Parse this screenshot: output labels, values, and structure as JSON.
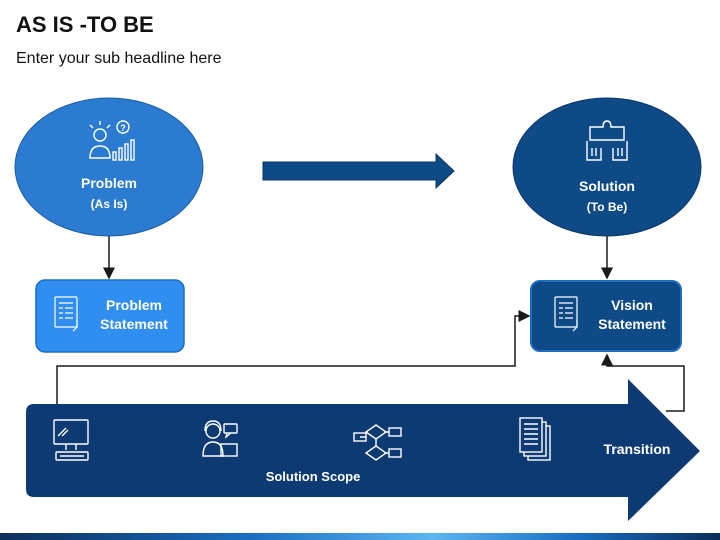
{
  "header": {
    "title": "AS IS -TO BE",
    "subtitle": "Enter your sub headline here"
  },
  "as_is": {
    "name": "Problem",
    "tag": "(As Is)",
    "icon": "problem-idea-chart-icon",
    "statement_line1": "Problem",
    "statement_line2": "Statement",
    "statement_icon": "document-list-icon"
  },
  "to_be": {
    "name": "Solution",
    "tag": "(To Be)",
    "icon": "puzzle-hands-icon",
    "statement_line1": "Vision",
    "statement_line2": "Statement",
    "statement_icon": "document-list-icon"
  },
  "scope": {
    "label": "Solution Scope",
    "end_label": "Transition",
    "icons": [
      "computer-icon",
      "support-agent-icon",
      "flowchart-icon",
      "documents-icon"
    ]
  },
  "colors": {
    "problem_circle": "#2b7bd1",
    "solution_circle": "#0d4a86",
    "problem_box": "#2f8ef0",
    "vision_box": "#0d4a86",
    "scope_arrow": "#0d3a72",
    "center_arrow": "#0d4a86"
  }
}
